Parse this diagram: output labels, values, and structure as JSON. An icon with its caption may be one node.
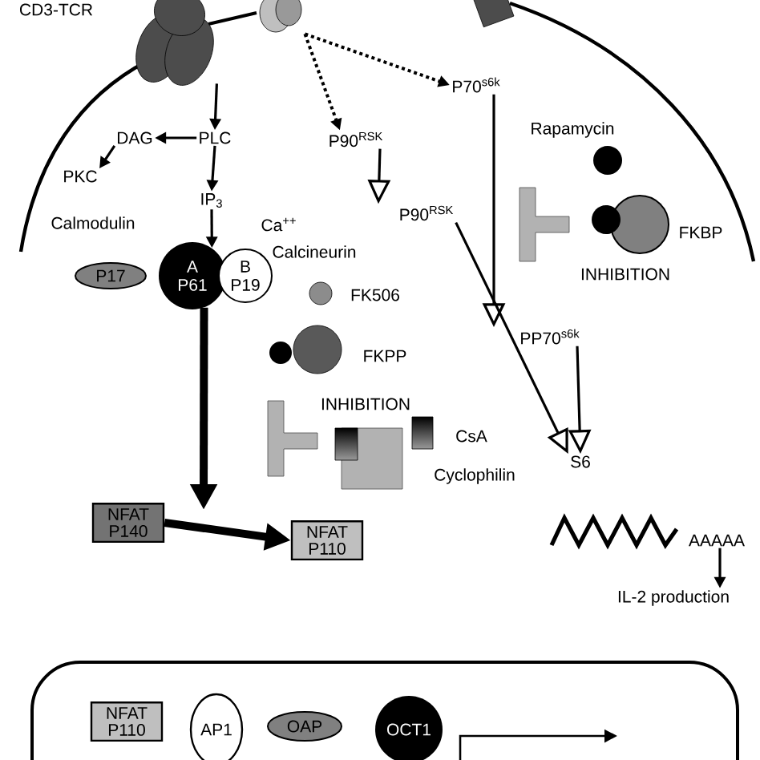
{
  "diagram": {
    "nodes": [
      {
        "text": [
          "DAG"
        ]
      },
      {
        "text": [
          "PLC"
        ]
      },
      {
        "text": [
          "PKC"
        ]
      },
      {
        "text": [
          "IP$_{3}$"
        ]
      },
      {
        "text": [
          "P17"
        ]
      },
      {
        "text": [
          "A P61"
        ]
      },
      {
        "text": [
          "B P19"
        ]
      },
      {
        "text": [
          "P90$^{RSK}$"
        ]
      },
      {
        "text": [
          "P70$^{s6k}$"
        ]
      },
      {
        "text": [
          "P90$^{RSK}$"
        ]
      },
      {
        "text": [
          "PP70$^{s6k}$"
        ]
      },
      {
        "text": [
          "S6"
        ]
      },
      {
        "text": [
          "NFAT P140"
        ]
      },
      {
        "text": [
          "NFAT P110"
        ]
      },
      {
        "text": [
          "AAAAA"
        ]
      },
      {
        "text": [
          "IL-2 production"
        ]
      },
      {
        "text": [],
        "shape": "box"
      },
      {
        "text": [
          "NFAT P110"
        ],
        "in": 16
      },
      {
        "text": [
          "AP1"
        ],
        "in": 16
      },
      {
        "text": [
          "OAP"
        ],
        "in": 16
      },
      {
        "text": [
          "OCT1"
        ],
        "in": 16
      },
      {
        "text": [],
        "shape": "circle"
      },
      {
        "text": [],
        "shape": "circle"
      }
    ],
    "edges": [
      {
        "from": 21,
        "to": 1,
        "arrow": "to"
      },
      {
        "from": 1,
        "to": 0,
        "arrow": "to"
      },
      {
        "from": 0,
        "to": 2,
        "arrow": "to"
      },
      {
        "from": 1,
        "to": 3,
        "arrow": "to"
      },
      {
        "from": 3,
        "to": 5,
        "arrow": "to"
      },
      {
        "from": 22,
        "to": 7,
        "arrow": "to",
        "style": "dashed"
      },
      {
        "from": 22,
        "to": 8,
        "arrow": "to",
        "style": "dashed"
      },
      {
        "from": 7,
        "to": 9,
        "arrow": "to"
      },
      {
        "from": 8,
        "to": 10,
        "arrow": "to"
      },
      {
        "from": 9,
        "to": 11,
        "arrow": "to"
      },
      {
        "from": 10,
        "to": 11,
        "arrow": "to"
      },
      {
        "from": 5,
        "to": null,
        "arrow": "to",
        "style": "thick"
      },
      {
        "from": 12,
        "to": 13,
        "arrow": "to",
        "style": "thick"
      },
      {
        "from": 14,
        "to": 15,
        "arrow": "to"
      }
    ],
    "labels": [
      "CD3-TCR",
      "Calmodulin",
      "Ca$^{++}$",
      "Calcineurin",
      "Rapamycin",
      "FKBP",
      "INHIBITION",
      "FK506",
      "FKPP",
      "INHIBITION",
      "CsA",
      "Cyclophilin"
    ]
  }
}
